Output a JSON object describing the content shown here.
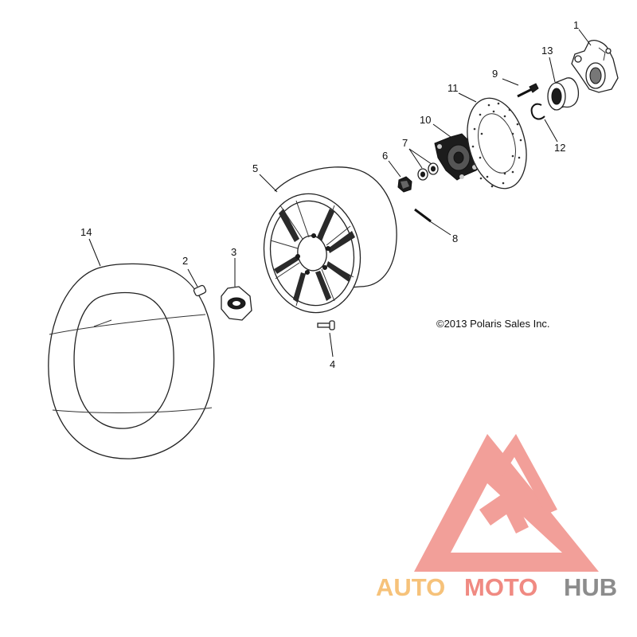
{
  "copyright": "©2013 Polaris Sales Inc.",
  "callouts": [
    "1",
    "2",
    "3",
    "4",
    "5",
    "6",
    "7",
    "8",
    "9",
    "10",
    "11",
    "12",
    "13",
    "14"
  ],
  "watermark": {
    "part1": "AUTO",
    "part2": "MOTO",
    "part3": "HUB",
    "colors": {
      "auto": "#f6c27a",
      "moto": "#f08a82",
      "hub": "#8c8c8c",
      "logo": "#f1958e"
    }
  }
}
